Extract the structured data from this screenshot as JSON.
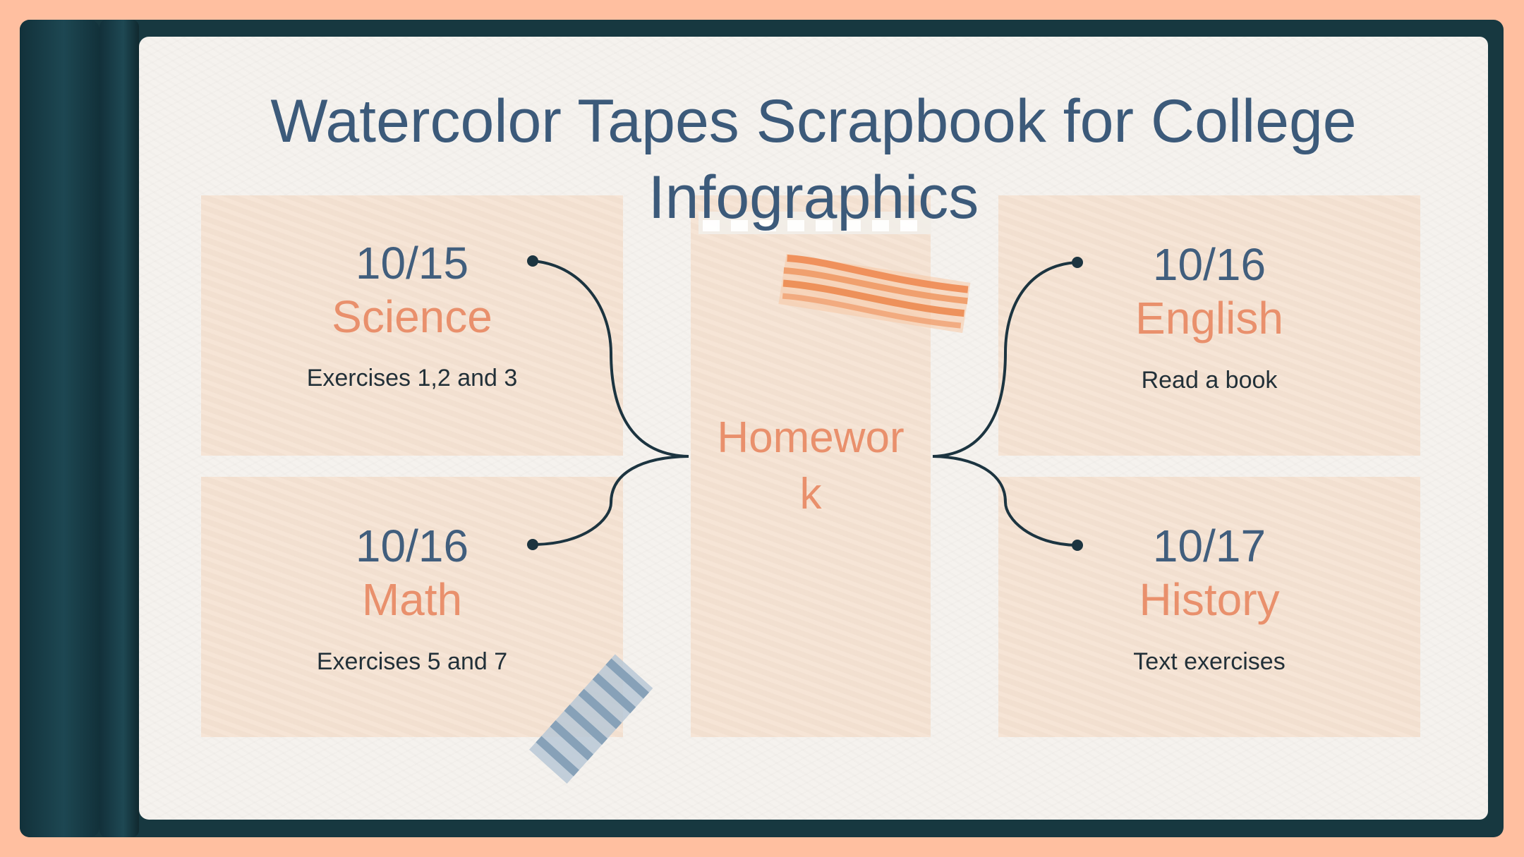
{
  "title": "Watercolor Tapes Scrapbook for College Infographics",
  "center": {
    "label": "Homework"
  },
  "cards": [
    {
      "date": "10/15",
      "subject": "Science",
      "task": "Exercises 1,2 and 3"
    },
    {
      "date": "10/16",
      "subject": "Math",
      "task": "Exercises 5 and 7"
    },
    {
      "date": "10/16",
      "subject": "English",
      "task": "Read a book"
    },
    {
      "date": "10/17",
      "subject": "History",
      "task": "Text exercises"
    }
  ],
  "colors": {
    "background": "#ffbfa0",
    "cover": "#173840",
    "page": "#f5f2ee",
    "card": "#f6e3d3",
    "heading": "#3c5a7a",
    "accent": "#e98d68",
    "text": "#1c2a33"
  },
  "decorations": [
    "orange-striped-tape",
    "blue-striped-tape"
  ]
}
